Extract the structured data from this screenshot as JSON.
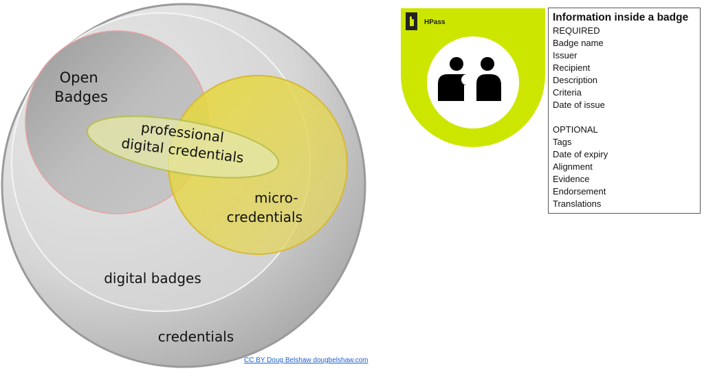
{
  "venn": {
    "credentials": "credentials",
    "digital_badges": "digital badges",
    "open_badges": [
      "Open",
      "Badges"
    ],
    "micro_credentials": [
      "micro-",
      "credentials"
    ],
    "professional": [
      "professional",
      "digital credentials"
    ]
  },
  "badge": {
    "brand": "HPass",
    "color": "#cde600"
  },
  "info": {
    "title": "Information inside a badge",
    "required_heading": "REQUIRED",
    "required": [
      "Badge name",
      "Issuer",
      "Recipient",
      "Description",
      "Criteria",
      "Date of issue"
    ],
    "optional_heading": "OPTIONAL",
    "optional": [
      "Tags",
      "Date of expiry",
      "Alignment",
      "Evidence",
      "Endorsement",
      "Translations"
    ]
  },
  "credit": "CC BY Doug Belshaw dougbelshaw.com"
}
